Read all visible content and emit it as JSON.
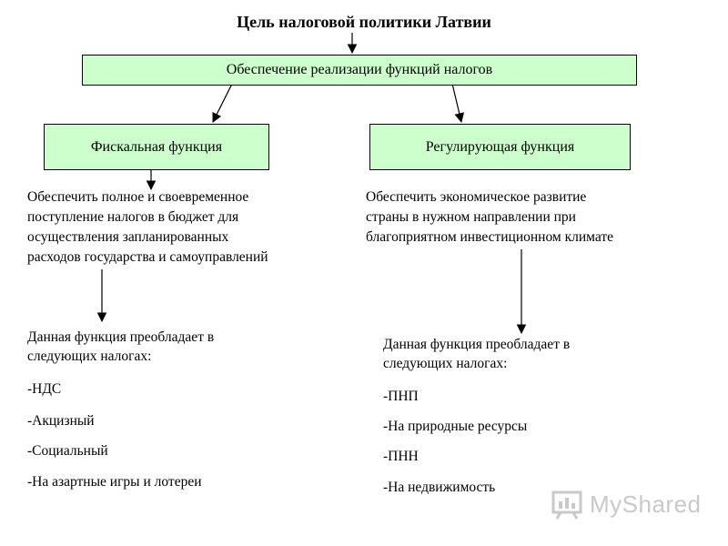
{
  "title": "Цель налоговой политики Латвии",
  "top_box": "Обеспечение реализации функций налогов",
  "left": {
    "box": "Фискальная функция",
    "goal": [
      "Обеспечить полное и своевременное",
      "поступление налогов в бюджет для",
      "осуществления запланированных",
      "расходов государства и самоуправлений"
    ],
    "intro": [
      "Данная функция преобладает в",
      "следующих налогах:"
    ],
    "items": [
      "-НДС",
      "-Акцизный",
      "-Социальный",
      "-На азартные игры и лотереи"
    ]
  },
  "right": {
    "box": "Регулирующая функция",
    "goal": [
      "Обеспечить экономическое развитие",
      "страны в нужном направлении при",
      "благоприятном инвестиционном климате"
    ],
    "intro": [
      "Данная функция преобладает в",
      "следующих налогах:"
    ],
    "items": [
      "-ПНП",
      "-На природные ресурсы",
      "-ПНН",
      "-На недвижимость"
    ]
  },
  "watermark": "MyShared",
  "colors": {
    "box_fill": "#ccffcc",
    "watermark": "#c9c9c9"
  }
}
